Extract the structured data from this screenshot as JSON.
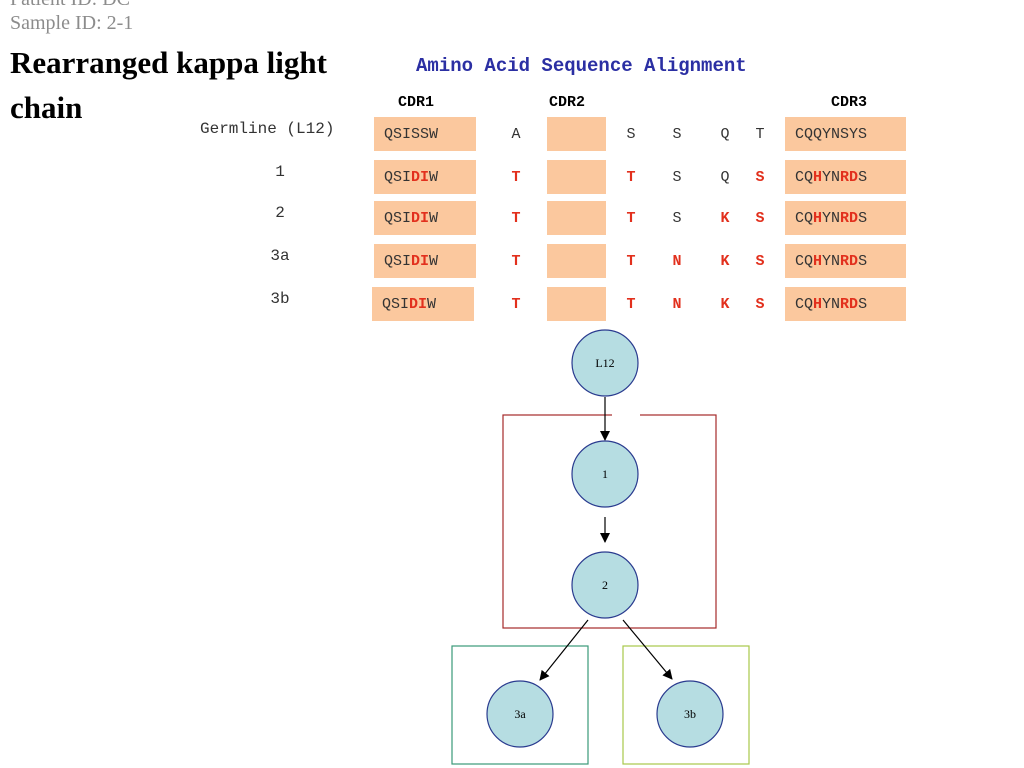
{
  "patient_line": "Patient ID: DC",
  "sample_line": "Sample ID: 2-1",
  "title": "Rearranged kappa light chain",
  "alignment": {
    "title": "Amino Acid Sequence Alignment",
    "cdr_headers": [
      "CDR1",
      "CDR2",
      "CDR3"
    ],
    "rows": [
      {
        "label": "Germline (L12)",
        "cdr1": [
          [
            "QSISSW",
            false
          ]
        ],
        "fw_a": [
          "A",
          false
        ],
        "res": [
          [
            "S",
            false
          ],
          [
            "S",
            false
          ],
          [
            "Q",
            false
          ],
          [
            "T",
            false
          ]
        ],
        "cdr3": [
          [
            "CQQYNSYS",
            false
          ]
        ]
      },
      {
        "label": "1",
        "cdr1": [
          [
            "QSI",
            false
          ],
          [
            "DI",
            true
          ],
          [
            "W",
            false
          ]
        ],
        "fw_a": [
          "T",
          true
        ],
        "res": [
          [
            "T",
            true
          ],
          [
            "S",
            false
          ],
          [
            "Q",
            false
          ],
          [
            "S",
            true
          ]
        ],
        "cdr3": [
          [
            "CQ",
            false
          ],
          [
            "H",
            true
          ],
          [
            "YN",
            false
          ],
          [
            "RD",
            true
          ],
          [
            "S",
            false
          ]
        ]
      },
      {
        "label": "2",
        "cdr1": [
          [
            "QSI",
            false
          ],
          [
            "DI",
            true
          ],
          [
            "W",
            false
          ]
        ],
        "fw_a": [
          "T",
          true
        ],
        "res": [
          [
            "T",
            true
          ],
          [
            "S",
            false
          ],
          [
            "K",
            true
          ],
          [
            "S",
            true
          ]
        ],
        "cdr3": [
          [
            "CQ",
            false
          ],
          [
            "H",
            true
          ],
          [
            "YN",
            false
          ],
          [
            "RD",
            true
          ],
          [
            "S",
            false
          ]
        ]
      },
      {
        "label": "3a",
        "cdr1": [
          [
            "QSI",
            false
          ],
          [
            "DI",
            true
          ],
          [
            "W",
            false
          ]
        ],
        "fw_a": [
          "T",
          true
        ],
        "res": [
          [
            "T",
            true
          ],
          [
            "N",
            true
          ],
          [
            "K",
            true
          ],
          [
            "S",
            true
          ]
        ],
        "cdr3": [
          [
            "CQ",
            false
          ],
          [
            "H",
            true
          ],
          [
            "YN",
            false
          ],
          [
            "RD",
            true
          ],
          [
            "S",
            false
          ]
        ]
      },
      {
        "label": "3b",
        "cdr1": [
          [
            "QSI",
            false
          ],
          [
            "DI",
            true
          ],
          [
            "W",
            false
          ]
        ],
        "fw_a": [
          "T",
          true
        ],
        "res": [
          [
            "T",
            true
          ],
          [
            "N",
            true
          ],
          [
            "K",
            true
          ],
          [
            "S",
            true
          ]
        ],
        "cdr3": [
          [
            "CQ",
            false
          ],
          [
            "H",
            true
          ],
          [
            "YN",
            false
          ],
          [
            "RD",
            true
          ],
          [
            "S",
            false
          ]
        ]
      }
    ]
  },
  "tree": {
    "nodes": [
      {
        "id": "L12",
        "label": "L12"
      },
      {
        "id": "1",
        "label": "1"
      },
      {
        "id": "2",
        "label": "2"
      },
      {
        "id": "3a",
        "label": "3a"
      },
      {
        "id": "3b",
        "label": "3b"
      }
    ],
    "edges": [
      [
        "L12",
        "1"
      ],
      [
        "1",
        "2"
      ],
      [
        "2",
        "3a"
      ],
      [
        "2",
        "3b"
      ]
    ]
  },
  "colors": {
    "highlight_box": "#fbc89e",
    "mutation_text": "#e2301d",
    "node_fill": "#b6dde2",
    "node_stroke": "#2a3b8f",
    "group_box_1": "#a52a2a",
    "group_box_2": "#3a9a78",
    "group_box_3": "#a8c84a"
  }
}
